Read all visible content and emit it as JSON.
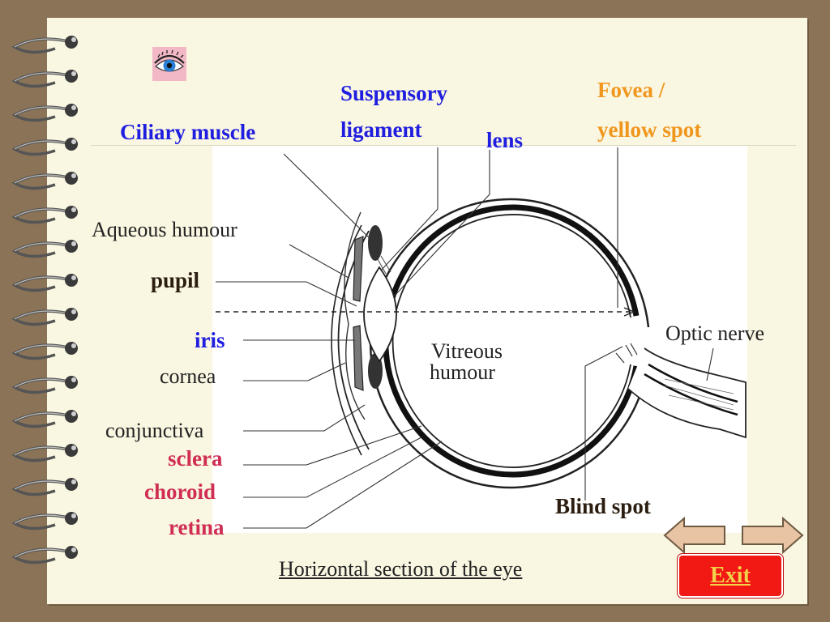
{
  "labels": {
    "suspensory_ligament_1": "Suspensory",
    "suspensory_ligament_2": "ligament",
    "fovea_1": "Fovea /",
    "fovea_2": "yellow spot",
    "ciliary_muscle": "Ciliary muscle",
    "lens": "lens",
    "aqueous_humour": "Aqueous humour",
    "pupil": "pupil",
    "iris": "iris",
    "cornea": "cornea",
    "vitreous_1": "Vitreous",
    "vitreous_2": "humour",
    "optic_nerve": "Optic nerve",
    "conjunctiva": "conjunctiva",
    "sclera": "sclera",
    "choroid": "choroid",
    "retina": "retina",
    "blind_spot": "Blind spot"
  },
  "caption": "Horizontal section of the eye",
  "nav": {
    "exit_label": "Exit"
  },
  "colors": {
    "accent_blue": "#1f1ee0",
    "accent_orange": "#f0961c",
    "accent_red": "#d02e54",
    "exit_bg": "#f21814",
    "exit_text": "#f3d24a",
    "arrow_fill": "#e8c3a4",
    "page_bg": "#f9f6e1",
    "frame_bg": "#8a7357"
  },
  "icons": {
    "logo": "eye-icon",
    "back": "arrow-left-icon",
    "forward": "arrow-right-icon",
    "binding": "spiral-binding-icon"
  }
}
